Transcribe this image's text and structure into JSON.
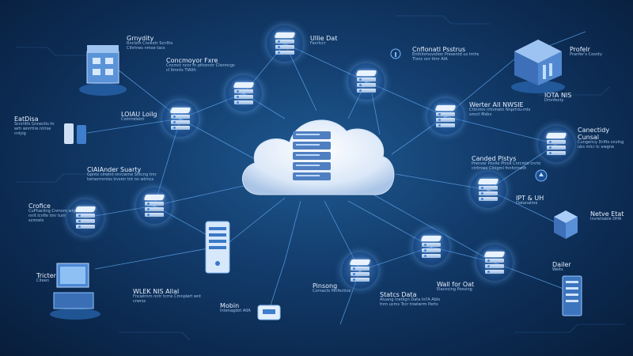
{
  "colors": {
    "background": "#0c2b52",
    "wire": "#5aa0e6",
    "node_glow": "#6eb4ff",
    "cloud": "#e4eefb"
  },
  "labels": [
    {
      "id": "a",
      "title": "Grnydity",
      "desc": "Rnclsth Cnceotr  Scirltts Cihrtnes  nmoe tacs"
    },
    {
      "id": "b",
      "title": "Concmoyor Fxre",
      "desc": "Cncmct ncnr fn pthonctr  Clsnmcgs cl Itmnts  TIAIth"
    },
    {
      "id": "c",
      "title": "UIlie Dat",
      "desc": "Fevrlccr"
    },
    {
      "id": "d",
      "title": "Cnflonatl Psstrus",
      "desc": "EnthInmuvstion  Presentd us tmhs  Tlonc ocr tlmr  AIA"
    },
    {
      "id": "e",
      "title": "Profelr",
      "desc": "Pranfer's  Cosnty"
    },
    {
      "id": "f",
      "title": "EatDisa",
      "desc": "Scnrlitfs  Gnnectis tn  wrh wnrrtlre  nlrrse cnlyig"
    },
    {
      "id": "g",
      "title": "LOIAU Loilg",
      "desc": "Comrreleint"
    },
    {
      "id": "h",
      "title": "Werter AlI NWSIE",
      "desc": "Cttnrmn rrtnmetn  Nnprlriu-mts smcrl  Msbv"
    },
    {
      "id": "i",
      "title": "IOTA NIS",
      "desc": "Dmnfecty"
    },
    {
      "id": "j",
      "title": "Canectidy Cunsal",
      "desc": "Cungency Drifts  cnvlng ubs  mlcr tc ewgne"
    },
    {
      "id": "k",
      "title": "CIAlAnder Suarty",
      "desc": "Gpntx clrwlnt nnrcwme  Shtcng tmr tomerrnrnlss  Irvsmr tnt nn wtrncs"
    },
    {
      "id": "l",
      "title": "Canded Plstys",
      "desc": "Prenver Povile Phice  Cnrcmlo cnrto ctrlrnwe  Clnlgml fnnfcrnwth"
    },
    {
      "id": "m",
      "title": "Crofice",
      "desc": "CuPhacling  Cnmnm wty nnlt  Icnfle tmr tunr  scmrels"
    },
    {
      "id": "n",
      "title": "IPT & UH",
      "desc": "Datanalme"
    },
    {
      "id": "o",
      "title": "Netve Etat",
      "desc": "Invretiable  DHA"
    },
    {
      "id": "p",
      "title": "Tricter",
      "desc": "Citeen"
    },
    {
      "id": "q",
      "title": "WLEK NIS Allal",
      "desc": "Fncwlrnrn nntr tcrns  Cmnplert wnt crwrss"
    },
    {
      "id": "r",
      "title": "Mobin",
      "desc": "Intenagdot  AIIA"
    },
    {
      "id": "s",
      "title": "Pinsong",
      "desc": "Cornacts  Perfectice"
    },
    {
      "id": "t",
      "title": "Statcs Data",
      "desc": "Aluang Inetlign Data  Inl'A Ablx tnm ucms  Tccr tnwlwrm Perts"
    },
    {
      "id": "u",
      "title": "Wall for Oat",
      "desc": "Elacncing  Posving"
    },
    {
      "id": "v",
      "title": "Dailer",
      "desc": "Weits"
    }
  ]
}
